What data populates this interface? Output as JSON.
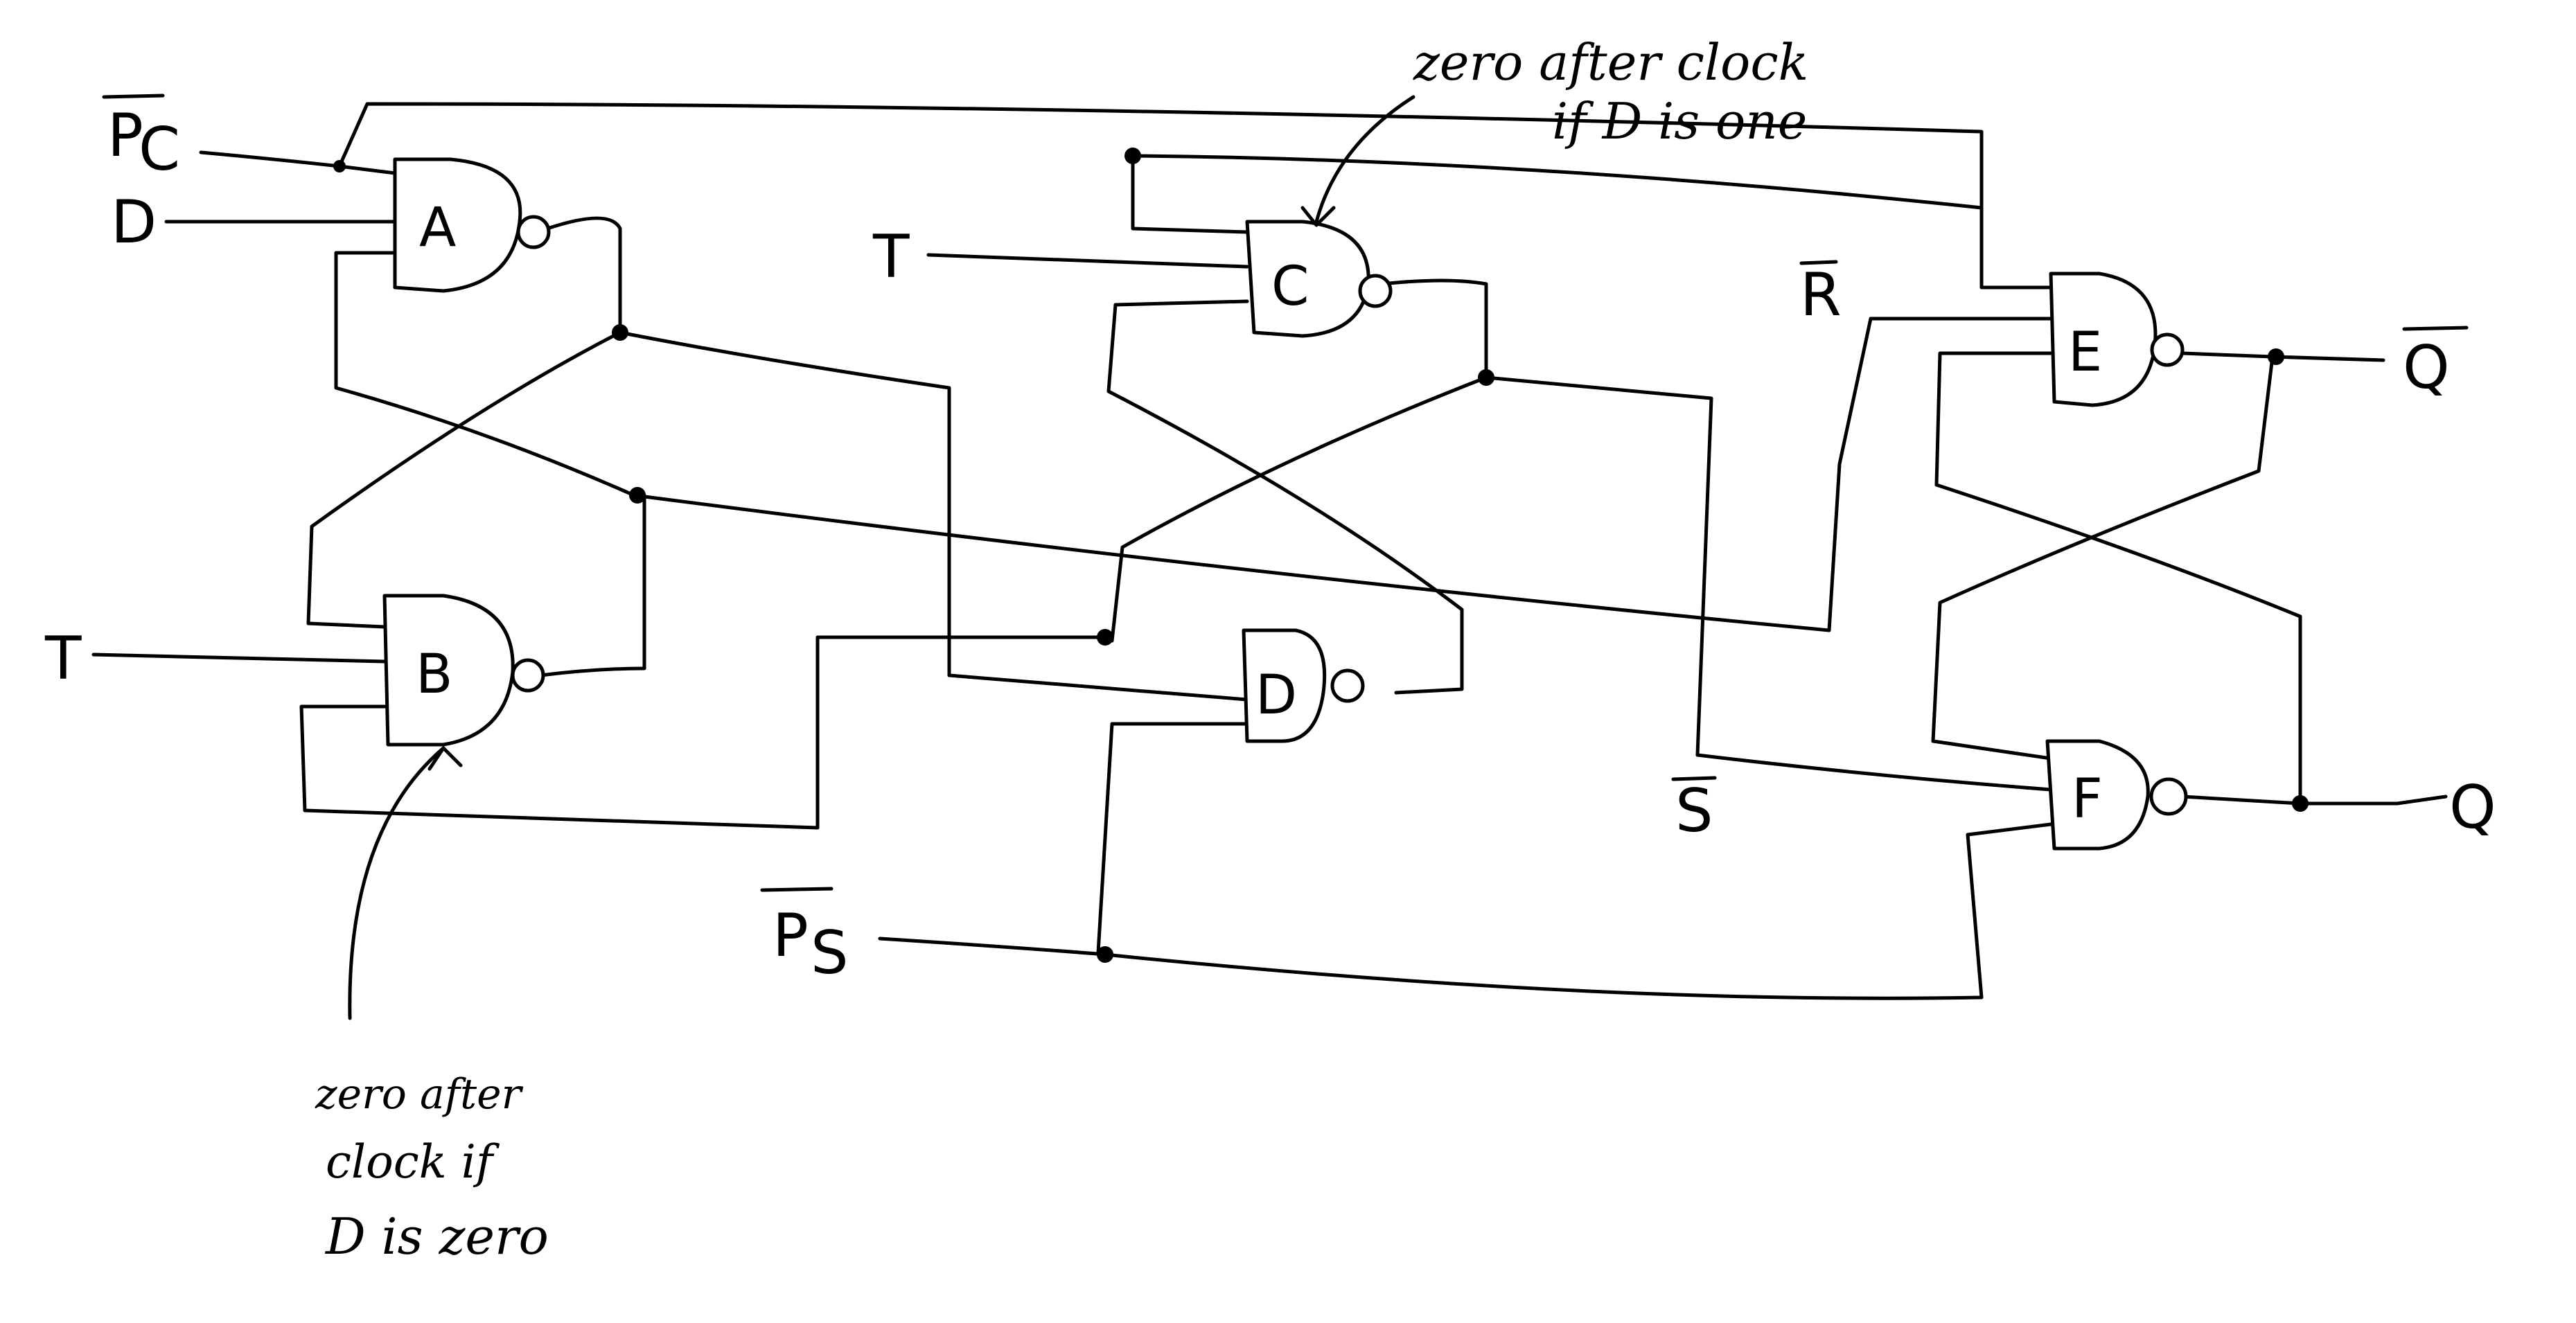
{
  "gates": {
    "a": "A",
    "b": "B",
    "c": "C",
    "d": "D",
    "e": "E",
    "f": "F"
  },
  "signals": {
    "pc_label": "P",
    "pc_sub": "C",
    "d_in": "D",
    "t_top": "T",
    "t_left": "T",
    "r_bar": "R",
    "s_bar": "S",
    "ps_label": "P",
    "ps_sub": "S",
    "q_bar": "Q",
    "q": "Q"
  },
  "annotations": {
    "top_note_line1": "zero after clock",
    "top_note_line2": "if D is one",
    "bottom_note_line1": "zero after",
    "bottom_note_line2": "clock if",
    "bottom_note_line3": "D is zero"
  },
  "colors": {
    "ink": "#000000",
    "paper": "#ffffff"
  }
}
